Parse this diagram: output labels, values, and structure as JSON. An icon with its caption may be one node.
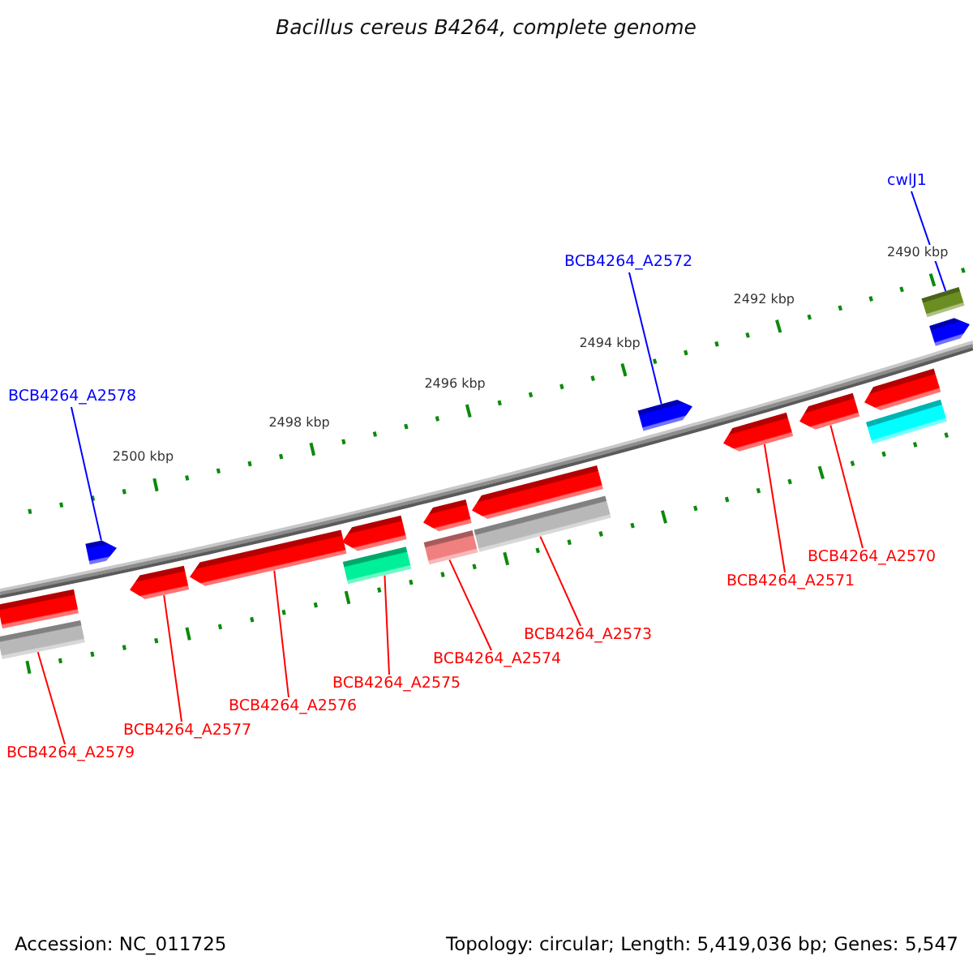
{
  "diagram": {
    "title": "Bacillus cereus B4264, complete genome",
    "nodes": [
      {
        "text": [
          "cwlJ1"
        ]
      },
      {
        "text": [
          "BCB4264_A2572"
        ]
      },
      {
        "text": [
          "BCB4264_A2578"
        ]
      },
      {
        "text": [
          "BCB4264_A2570"
        ]
      },
      {
        "text": [
          "BCB4264_A2571"
        ]
      },
      {
        "text": [
          "BCB4264_A2573"
        ]
      },
      {
        "text": [
          "BCB4264_A2574"
        ]
      },
      {
        "text": [
          "BCB4264_A2575"
        ]
      },
      {
        "text": [
          "BCB4264_A2576"
        ]
      },
      {
        "text": [
          "BCB4264_A2577"
        ]
      },
      {
        "text": [
          "BCB4264_A2579"
        ]
      },
      {
        "text": [],
        "shape": "arrow"
      },
      {
        "text": [],
        "shape": "arrow"
      },
      {
        "text": [],
        "shape": "arrow"
      },
      {
        "text": [],
        "shape": "arrow"
      },
      {
        "text": [],
        "shape": "arrow"
      },
      {
        "text": [],
        "shape": "arrow"
      },
      {
        "text": [],
        "shape": "arrow"
      },
      {
        "text": [],
        "shape": "arrow"
      },
      {
        "text": [],
        "shape": "arrow"
      },
      {
        "text": [],
        "shape": "arrow"
      },
      {
        "text": [],
        "shape": "arrow"
      },
      {
        "text": [],
        "shape": "arrow"
      },
      {
        "text": [],
        "shape": "bar"
      },
      {
        "text": [],
        "shape": "bar"
      },
      {
        "text": [],
        "shape": "bar"
      },
      {
        "text": [],
        "shape": "bar"
      },
      {
        "text": [],
        "shape": "bar"
      },
      {
        "text": [],
        "shape": "bar"
      }
    ],
    "edges": [
      {
        "from": 0,
        "to": 28,
        "arrow": "none",
        "color": "#0000ff"
      },
      {
        "from": 1,
        "to": 18,
        "arrow": "none",
        "color": "#0000ff"
      },
      {
        "from": 2,
        "to": 12,
        "arrow": "none",
        "color": "#0000ff"
      },
      {
        "from": 3,
        "to": 20,
        "arrow": "none"
      },
      {
        "from": 4,
        "to": 19,
        "arrow": "none"
      },
      {
        "from": 5,
        "to": 26,
        "arrow": "none"
      },
      {
        "from": 6,
        "to": 25,
        "arrow": "none"
      },
      {
        "from": 7,
        "to": 24,
        "arrow": "none"
      },
      {
        "from": 8,
        "to": 14,
        "arrow": "none"
      },
      {
        "from": 9,
        "to": 13,
        "arrow": "none"
      },
      {
        "from": 10,
        "to": 23,
        "arrow": "none"
      }
    ],
    "labels": [
      "2490 kbp",
      "2492 kbp",
      "2494 kbp",
      "2496 kbp",
      "2498 kbp",
      "2500 kbp",
      "Accession: NC_011725",
      "Topology: circular; Length: 5,419,036 bp; Genes: 5,547"
    ]
  }
}
